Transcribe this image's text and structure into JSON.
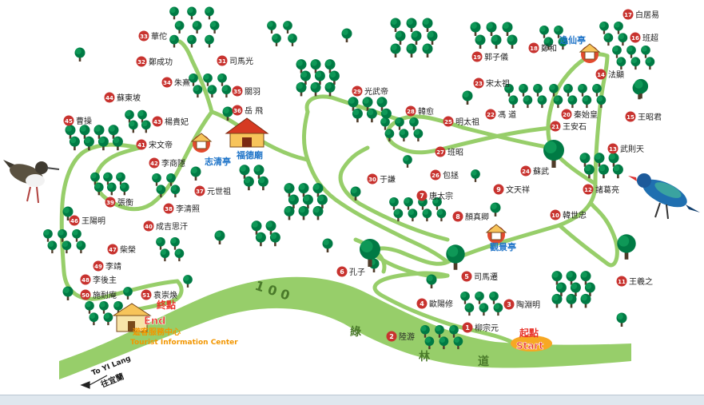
{
  "colors": {
    "path": "#97ce6a",
    "tree_dark": "#007a44",
    "tree_light": "#11a05c",
    "trunk": "#4f3c2a",
    "marker": "#c8332f",
    "pavilion_label": "#1f74c8",
    "end_start": "#e8332a",
    "end_fill": "#f7a823",
    "center_text": "#f29600"
  },
  "road": {
    "label_100": "1 0 0",
    "label_green": "綠",
    "label_forest": "林",
    "label_road": "道"
  },
  "direction": {
    "label_en": "To YI Lang",
    "label_zh": "往宜蘭"
  },
  "start": {
    "label_zh": "起點",
    "label_en": "Start"
  },
  "end": {
    "label_zh": "終點",
    "label_en": "End"
  },
  "visitor_center": {
    "name_zh": "遊客服務中心",
    "name_en": "Tourist Information Center"
  },
  "pavilions": [
    {
      "name": "志清亭",
      "icon": "pavilion-icon"
    },
    {
      "name": "福德廟",
      "icon": "temple-icon"
    },
    {
      "name": "觀景亭",
      "icon": "pavilion-icon"
    },
    {
      "name": "逸仙亭",
      "icon": "pavilion-icon"
    }
  ],
  "markers": [
    {
      "num": "1",
      "name": "柳宗元"
    },
    {
      "num": "2",
      "name": "陸游"
    },
    {
      "num": "3",
      "name": "陶淵明"
    },
    {
      "num": "4",
      "name": "歐陽修"
    },
    {
      "num": "5",
      "name": "司馬遷"
    },
    {
      "num": "6",
      "name": "孔子"
    },
    {
      "num": "7",
      "name": "唐太宗"
    },
    {
      "num": "8",
      "name": "顏真卿"
    },
    {
      "num": "9",
      "name": "文天祥"
    },
    {
      "num": "10",
      "name": "韓世忠"
    },
    {
      "num": "11",
      "name": "王羲之"
    },
    {
      "num": "12",
      "name": "諸葛亮"
    },
    {
      "num": "13",
      "name": "武則天"
    },
    {
      "num": "14",
      "name": "法顯"
    },
    {
      "num": "15",
      "name": "王昭君"
    },
    {
      "num": "16",
      "name": "班超"
    },
    {
      "num": "17",
      "name": "白居易"
    },
    {
      "num": "18",
      "name": "鄭和"
    },
    {
      "num": "19",
      "name": "郭子儀"
    },
    {
      "num": "20",
      "name": "秦始皇"
    },
    {
      "num": "21",
      "name": "王安石"
    },
    {
      "num": "22",
      "name": "馮 道"
    },
    {
      "num": "23",
      "name": "宋太祖"
    },
    {
      "num": "24",
      "name": "蘇武"
    },
    {
      "num": "25",
      "name": "明太祖"
    },
    {
      "num": "26",
      "name": "包拯"
    },
    {
      "num": "27",
      "name": "班昭"
    },
    {
      "num": "28",
      "name": "韓愈"
    },
    {
      "num": "29",
      "name": "光武帝"
    },
    {
      "num": "30",
      "name": "于謙"
    },
    {
      "num": "31",
      "name": "司馬光"
    },
    {
      "num": "32",
      "name": "鄭成功"
    },
    {
      "num": "33",
      "name": "華佗"
    },
    {
      "num": "34",
      "name": "朱熹"
    },
    {
      "num": "35",
      "name": "關羽"
    },
    {
      "num": "36",
      "name": "岳 飛"
    },
    {
      "num": "37",
      "name": "元世祖"
    },
    {
      "num": "38",
      "name": "李清照"
    },
    {
      "num": "39",
      "name": "張衡"
    },
    {
      "num": "40",
      "name": "成吉思汗"
    },
    {
      "num": "41",
      "name": "宋文帝"
    },
    {
      "num": "42",
      "name": "李商隱"
    },
    {
      "num": "43",
      "name": "楊貴妃"
    },
    {
      "num": "44",
      "name": "蘇東坡"
    },
    {
      "num": "45",
      "name": "曹操"
    },
    {
      "num": "46",
      "name": "王陽明"
    },
    {
      "num": "47",
      "name": "柴榮"
    },
    {
      "num": "48",
      "name": "李後主"
    },
    {
      "num": "49",
      "name": "李靖"
    },
    {
      "num": "50",
      "name": "施耐庵"
    },
    {
      "num": "51",
      "name": "袁崇煥"
    }
  ]
}
